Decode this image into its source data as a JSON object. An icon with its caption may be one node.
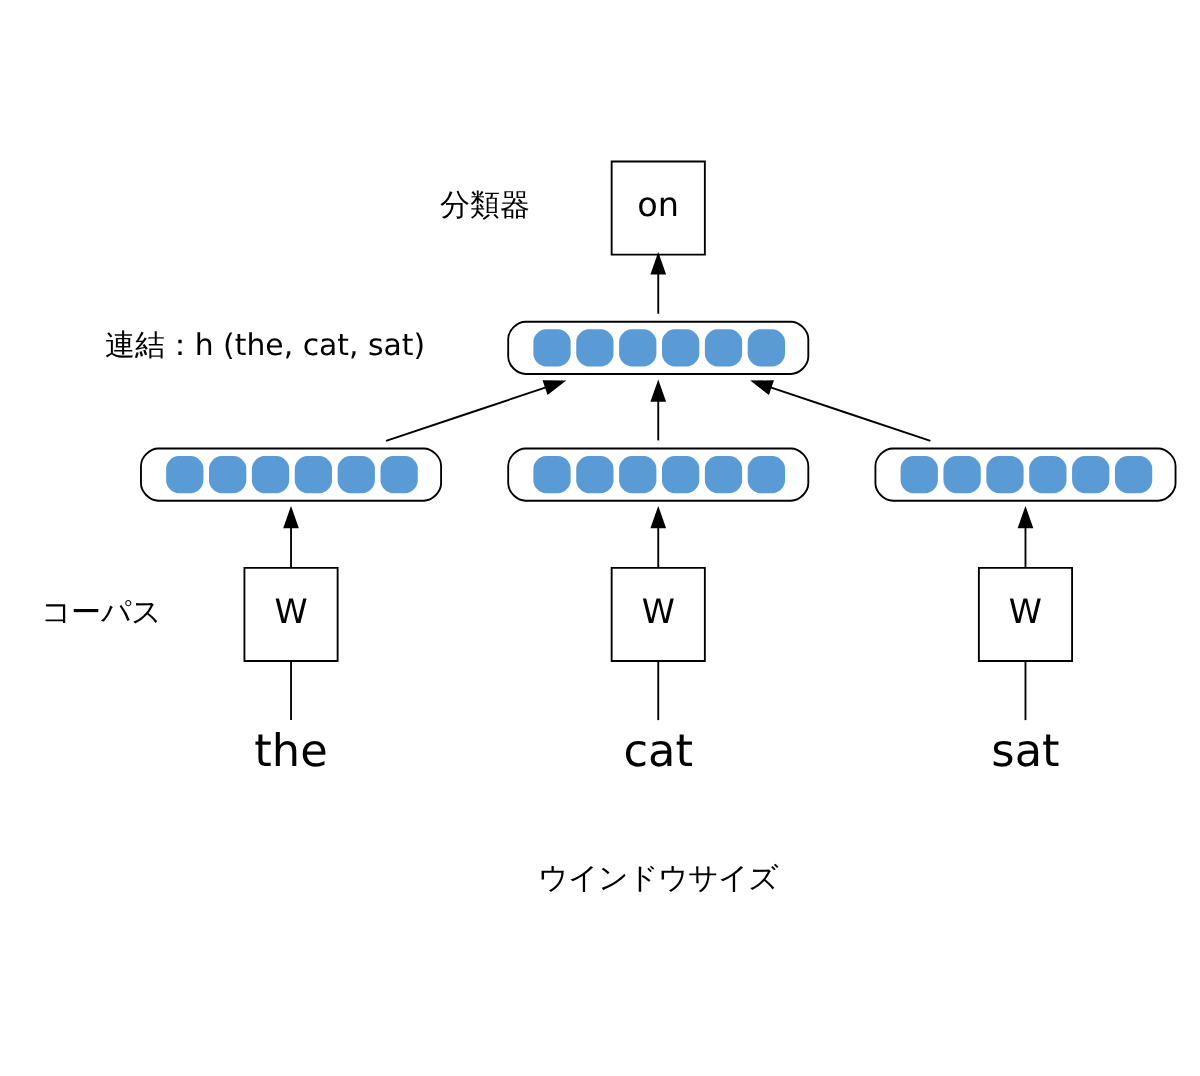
{
  "diagram": {
    "nodes": [
      {
        "text": [
          "on"
        ],
        "beside": [
          "分類器"
        ]
      },
      {
        "text": [],
        "shape": "capsule",
        "beside": [
          "連結：h (the, cat, sat)"
        ]
      },
      {
        "text": [],
        "shape": "capsule"
      },
      {
        "text": [],
        "shape": "capsule"
      },
      {
        "text": [],
        "shape": "capsule"
      },
      {
        "text": [
          "W"
        ]
      },
      {
        "text": [
          "W"
        ]
      },
      {
        "text": [
          "W"
        ]
      },
      {
        "text": [
          "the"
        ]
      },
      {
        "text": [
          "cat"
        ]
      },
      {
        "text": [
          "sat"
        ]
      }
    ],
    "edges": [
      {
        "from": 8,
        "to": 5,
        "arrow": "none"
      },
      {
        "from": 9,
        "to": 6,
        "arrow": "none"
      },
      {
        "from": 10,
        "to": 7,
        "arrow": "none"
      },
      {
        "from": 5,
        "to": 2,
        "arrow": "to"
      },
      {
        "from": 6,
        "to": 3,
        "arrow": "to"
      },
      {
        "from": 7,
        "to": 4,
        "arrow": "to"
      },
      {
        "from": 2,
        "to": 1,
        "arrow": "to"
      },
      {
        "from": 3,
        "to": 1,
        "arrow": "to"
      },
      {
        "from": 4,
        "to": 1,
        "arrow": "to"
      },
      {
        "from": 1,
        "to": 0,
        "arrow": "to"
      }
    ],
    "labels": [
      "コーパス",
      "ウインドウサイズ"
    ]
  }
}
